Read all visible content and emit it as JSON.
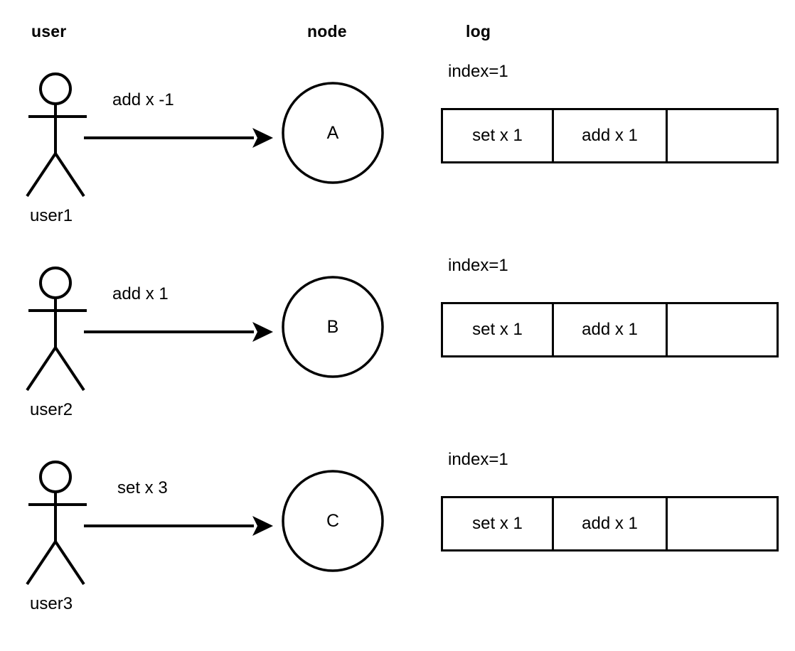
{
  "headers": {
    "user": "user",
    "node": "node",
    "log": "log"
  },
  "style": {
    "stroke_color": "#000000",
    "background_color": "#ffffff",
    "text_color": "#000000"
  },
  "rows": [
    {
      "actor_icon": "stick-figure-icon",
      "actor_label": "user1",
      "arrow_label": "add x -1",
      "node_label": "A",
      "log": {
        "index_label": "index=1",
        "cells": [
          "set x 1",
          "add x 1",
          ""
        ]
      }
    },
    {
      "actor_icon": "stick-figure-icon",
      "actor_label": "user2",
      "arrow_label": "add x 1",
      "node_label": "B",
      "log": {
        "index_label": "index=1",
        "cells": [
          "set x 1",
          "add x 1",
          ""
        ]
      }
    },
    {
      "actor_icon": "stick-figure-icon",
      "actor_label": "user3",
      "arrow_label": "set x 3",
      "node_label": "C",
      "log": {
        "index_label": "index=1",
        "cells": [
          "set x 1",
          "add x 1",
          ""
        ]
      }
    }
  ]
}
